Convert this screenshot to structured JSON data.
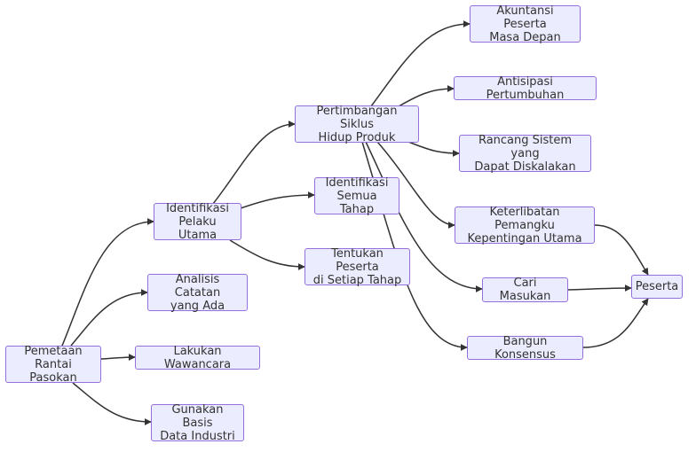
{
  "diagram": {
    "nodes": {
      "pemetaan": {
        "lines": [
          "Pemetaan",
          "Rantai Pasokan"
        ]
      },
      "identifikasi_pelaku": {
        "lines": [
          "Identifikasi",
          "Pelaku Utama"
        ]
      },
      "analisis_catatan": {
        "lines": [
          "Analisis Catatan",
          "yang Ada"
        ]
      },
      "lakukan_wawancara": {
        "lines": [
          "Lakukan Wawancara"
        ]
      },
      "gunakan_basis": {
        "lines": [
          "Gunakan Basis",
          "Data Industri"
        ]
      },
      "pertimbangan_siklus": {
        "lines": [
          "Pertimbangan Siklus",
          "Hidup Produk"
        ]
      },
      "identifikasi_tahap": {
        "lines": [
          "Identifikasi",
          "Semua Tahap"
        ]
      },
      "tentukan_peserta": {
        "lines": [
          "Tentukan Peserta",
          "di Setiap Tahap"
        ]
      },
      "akuntansi_peserta": {
        "lines": [
          "Akuntansi Peserta",
          "Masa Depan"
        ]
      },
      "antisipasi": {
        "lines": [
          "Antisipasi Pertumbuhan"
        ]
      },
      "rancang_sistem": {
        "lines": [
          "Rancang Sistem yang",
          "Dapat Diskalakan"
        ]
      },
      "keterlibatan": {
        "lines": [
          "Keterlibatan Pemangku",
          "Kepentingan Utama"
        ]
      },
      "cari_masukan": {
        "lines": [
          "Cari Masukan"
        ]
      },
      "bangun_konsensus": {
        "lines": [
          "Bangun Konsensus"
        ]
      },
      "peserta": {
        "lines": [
          "Peserta"
        ]
      }
    },
    "edges": [
      {
        "from": "pemetaan",
        "to": "identifikasi_pelaku"
      },
      {
        "from": "pemetaan",
        "to": "analisis_catatan"
      },
      {
        "from": "pemetaan",
        "to": "lakukan_wawancara"
      },
      {
        "from": "pemetaan",
        "to": "gunakan_basis"
      },
      {
        "from": "identifikasi_pelaku",
        "to": "pertimbangan_siklus"
      },
      {
        "from": "identifikasi_pelaku",
        "to": "identifikasi_tahap"
      },
      {
        "from": "identifikasi_pelaku",
        "to": "tentukan_peserta"
      },
      {
        "from": "pertimbangan_siklus",
        "to": "akuntansi_peserta"
      },
      {
        "from": "pertimbangan_siklus",
        "to": "antisipasi"
      },
      {
        "from": "pertimbangan_siklus",
        "to": "rancang_sistem"
      },
      {
        "from": "pertimbangan_siklus",
        "to": "keterlibatan"
      },
      {
        "from": "pertimbangan_siklus",
        "to": "cari_masukan"
      },
      {
        "from": "pertimbangan_siklus",
        "to": "bangun_konsensus"
      },
      {
        "from": "keterlibatan",
        "to": "peserta"
      },
      {
        "from": "cari_masukan",
        "to": "peserta"
      },
      {
        "from": "bangun_konsensus",
        "to": "peserta"
      }
    ]
  }
}
